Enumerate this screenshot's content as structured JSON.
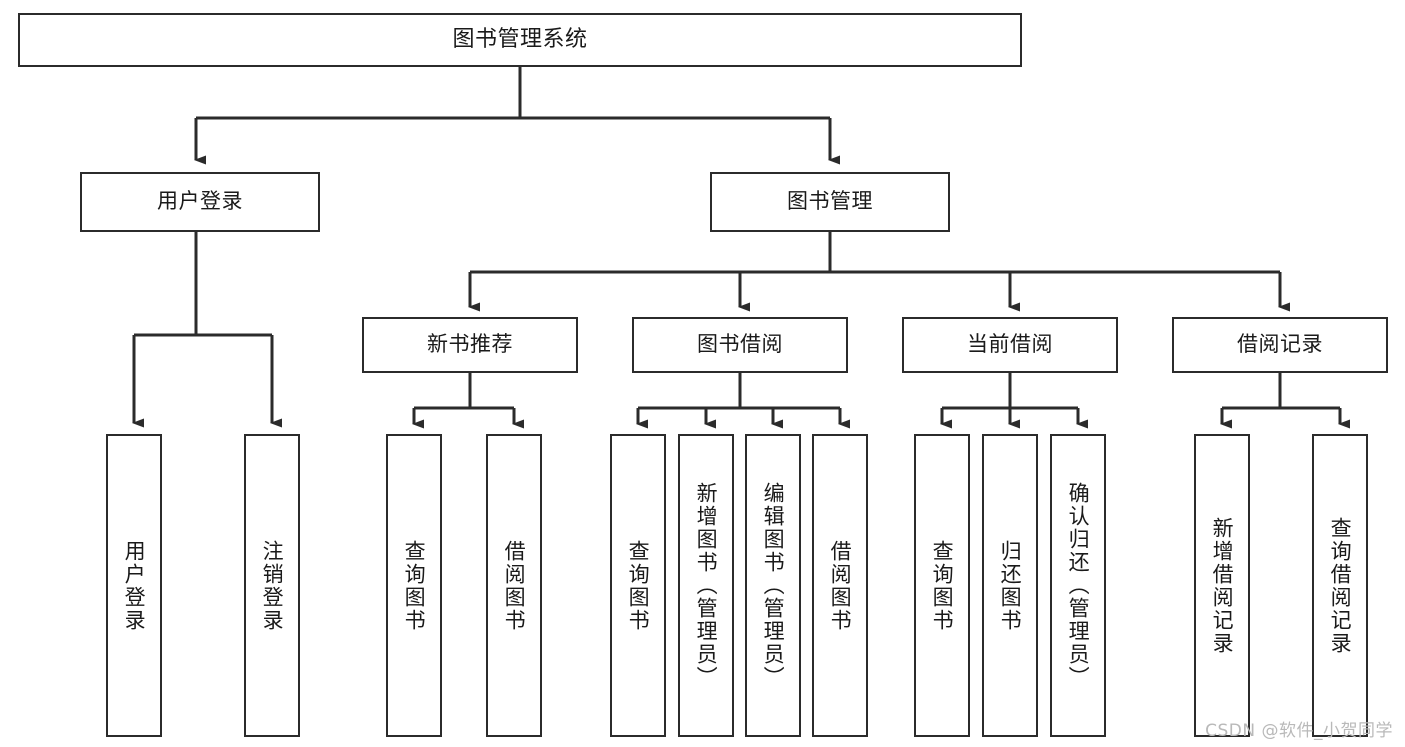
{
  "diagram": {
    "type": "tree",
    "title": "图书管理系统",
    "orientation": "top-down",
    "colors": {
      "box_border": "#2b2b2b",
      "box_fill": "#ffffff",
      "connector": "#2b2b2b",
      "text": "#1a1a1a",
      "watermark": "#b9b9b9"
    },
    "nodes": {
      "root": {
        "label": "图书管理系统",
        "level": 0
      },
      "l1": [
        {
          "id": "user-login",
          "label": "用户登录",
          "level": 1
        },
        {
          "id": "book-manage",
          "label": "图书管理",
          "level": 1
        }
      ],
      "l2": [
        {
          "id": "new-book-rec",
          "label": "新书推荐",
          "level": 2,
          "parent": "book-manage"
        },
        {
          "id": "book-borrow",
          "label": "图书借阅",
          "level": 2,
          "parent": "book-manage"
        },
        {
          "id": "current-borrow",
          "label": "当前借阅",
          "level": 2,
          "parent": "book-manage"
        },
        {
          "id": "borrow-record",
          "label": "借阅记录",
          "level": 2,
          "parent": "book-manage"
        }
      ],
      "leaves": [
        {
          "id": "leaf-user-login",
          "label": "用户登录",
          "parent": "user-login"
        },
        {
          "id": "leaf-logout",
          "label": "注销登录",
          "parent": "user-login"
        },
        {
          "id": "leaf-query-book-1",
          "label": "查询图书",
          "parent": "new-book-rec"
        },
        {
          "id": "leaf-borrow-book-1",
          "label": "借阅图书",
          "parent": "new-book-rec"
        },
        {
          "id": "leaf-query-book-2",
          "label": "查询图书",
          "parent": "book-borrow"
        },
        {
          "id": "leaf-add-book",
          "label": "新增图书（管理员）",
          "parent": "book-borrow"
        },
        {
          "id": "leaf-edit-book",
          "label": "编辑图书（管理员）",
          "parent": "book-borrow"
        },
        {
          "id": "leaf-borrow-book-2",
          "label": "借阅图书",
          "parent": "book-borrow"
        },
        {
          "id": "leaf-query-book-3",
          "label": "查询图书",
          "parent": "current-borrow"
        },
        {
          "id": "leaf-return-book",
          "label": "归还图书",
          "parent": "current-borrow"
        },
        {
          "id": "leaf-confirm-return",
          "label": "确认归还（管理员）",
          "parent": "current-borrow"
        },
        {
          "id": "leaf-add-record",
          "label": "新增借阅记录",
          "parent": "borrow-record"
        },
        {
          "id": "leaf-query-record",
          "label": "查询借阅记录",
          "parent": "borrow-record"
        }
      ]
    }
  },
  "watermark": {
    "text": "CSDN @软件_小贺同学"
  }
}
